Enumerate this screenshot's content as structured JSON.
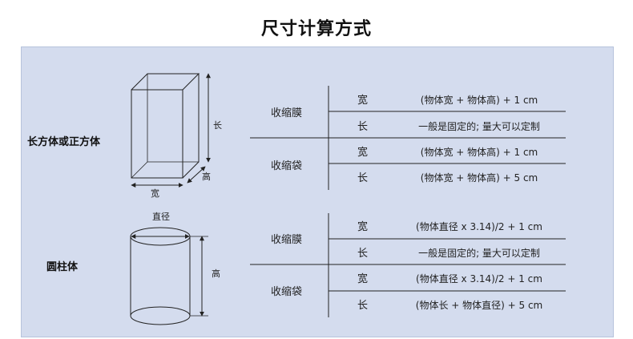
{
  "title": "尺寸计算方式",
  "colors": {
    "panel_bg": "#d4dcee",
    "lines": "#222222"
  },
  "shapes": [
    {
      "name": "长方体或正方体",
      "drawing": "cuboid",
      "labels": {
        "length": "长",
        "width": "宽",
        "height": "高"
      },
      "packaging": [
        {
          "type": "收缩膜",
          "rows": [
            {
              "dim": "宽",
              "formula": "(物体宽  +  物体高) + 1 cm"
            },
            {
              "dim": "长",
              "formula": "一般是固定的;  量大可以定制"
            }
          ]
        },
        {
          "type": "收缩袋",
          "rows": [
            {
              "dim": "宽",
              "formula": "(物体宽  + 物体高) + 1 cm"
            },
            {
              "dim": "长",
              "formula": "(物体宽  + 物体高) + 5 cm"
            }
          ]
        }
      ]
    },
    {
      "name": "圆柱体",
      "drawing": "cylinder",
      "labels": {
        "diameter": "直径",
        "height": "高"
      },
      "packaging": [
        {
          "type": "收缩膜",
          "rows": [
            {
              "dim": "宽",
              "formula": "(物体直径 x 3.14)/2 + 1 cm"
            },
            {
              "dim": "长",
              "formula": "一般是固定的;  量大可以定制"
            }
          ]
        },
        {
          "type": "收缩袋",
          "rows": [
            {
              "dim": "宽",
              "formula": "(物体直径 x 3.14)/2 + 1 cm"
            },
            {
              "dim": "长",
              "formula": "(物体长  + 物体直径) + 5 cm"
            }
          ]
        }
      ]
    }
  ]
}
